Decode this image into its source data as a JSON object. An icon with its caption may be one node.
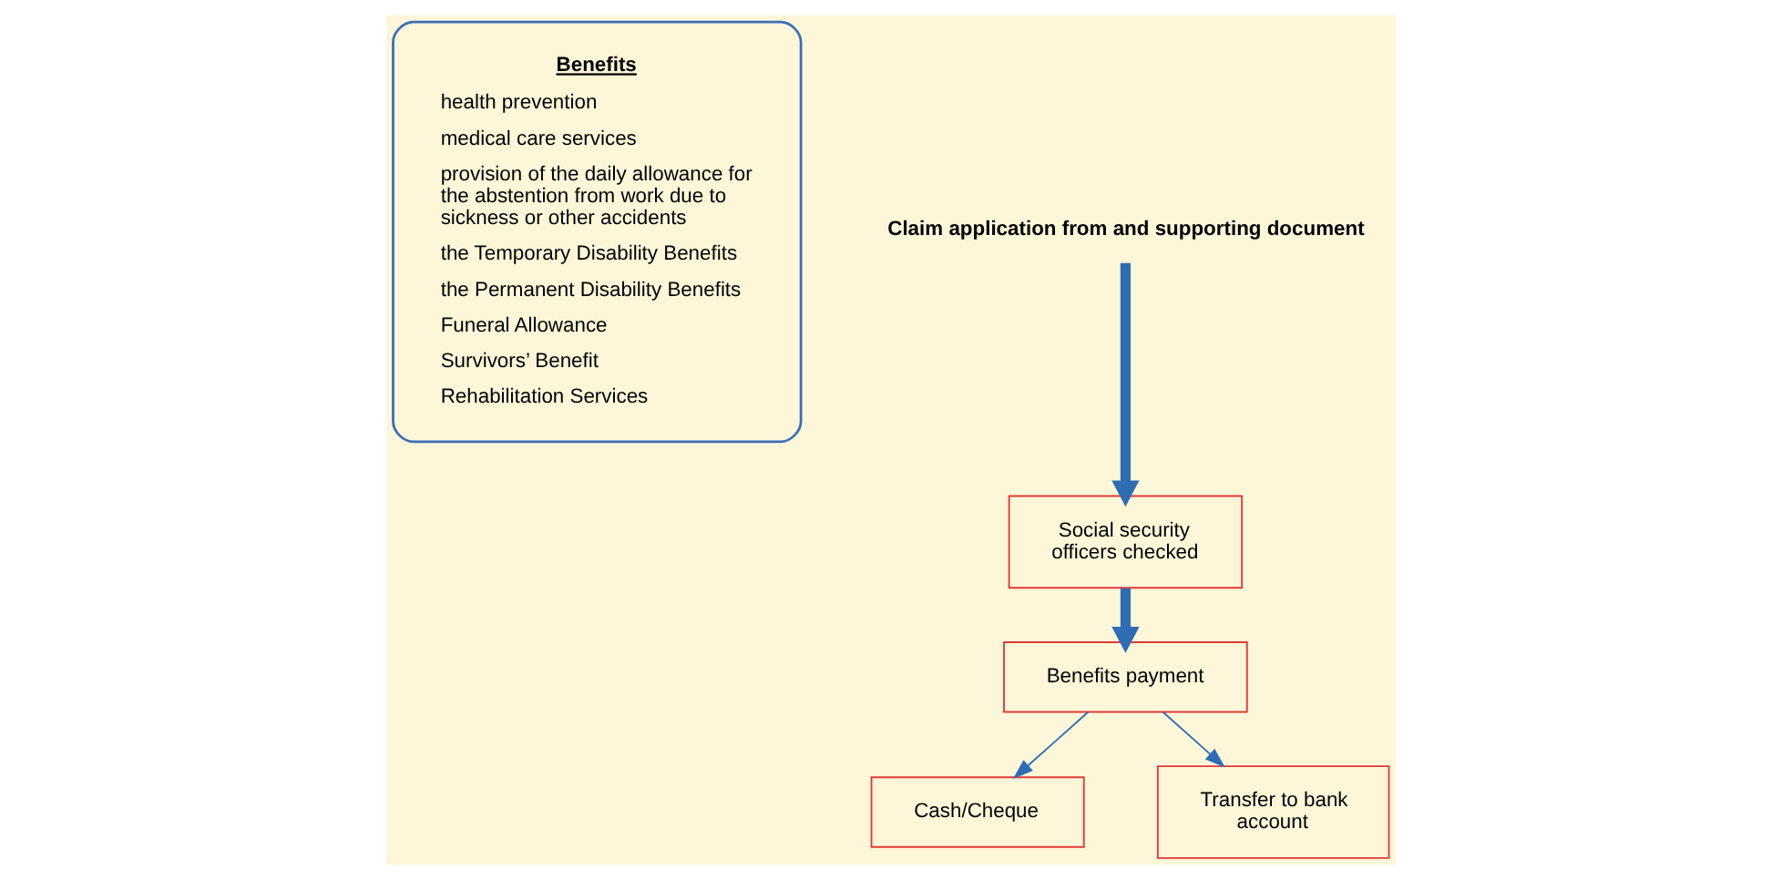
{
  "diagram": {
    "nodes": [
      {
        "text": [
          "Benefits",
          "health prevention",
          "medical care services",
          "provision of the daily allowance for the abstention from work due to sickness or other accidents",
          "the Temporary Disability Benefits",
          "the Permanent Disability Benefits",
          "Funeral Allowance",
          "Survivors’ Benefit",
          "Rehabilitation Services"
        ]
      },
      {
        "text": [
          "Claim application from and supporting document"
        ]
      },
      {
        "text": [
          "Social security officers checked"
        ]
      },
      {
        "text": [
          "Benefits payment"
        ]
      },
      {
        "text": [
          "Cash/Cheque"
        ]
      },
      {
        "text": [
          "Transfer to bank account"
        ]
      }
    ],
    "edges": [
      {
        "from": 1,
        "to": 2,
        "arrow": "to",
        "style": "thick"
      },
      {
        "from": 2,
        "to": 3,
        "arrow": "to",
        "style": "thick"
      },
      {
        "from": 3,
        "to": 4,
        "arrow": "to"
      },
      {
        "from": 3,
        "to": 5,
        "arrow": "to"
      }
    ]
  }
}
